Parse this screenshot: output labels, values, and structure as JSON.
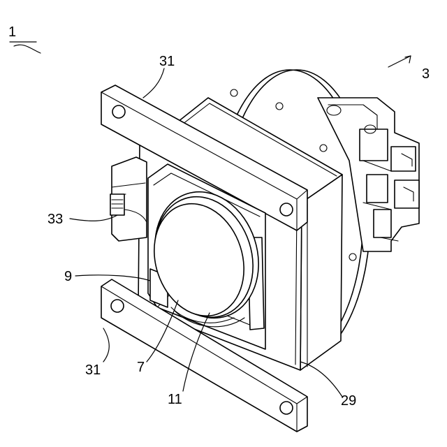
{
  "figure": {
    "reference_numerals": {
      "assembly": "1",
      "unit": "3",
      "bracket_top": "31",
      "bracket_bottom": "31",
      "connector": "33",
      "frame": "9",
      "holder": "7",
      "lens": "11",
      "housing": "29"
    }
  }
}
